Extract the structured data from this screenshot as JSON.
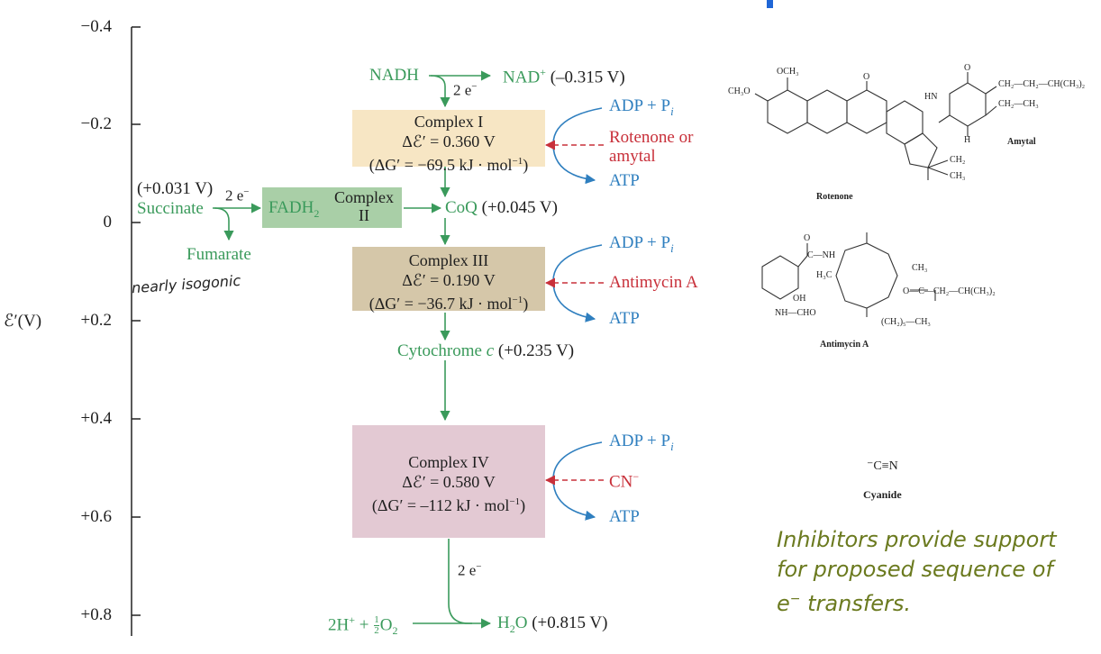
{
  "axis": {
    "ylabel": "ℰ′(V)",
    "ticks": [
      "−0.4",
      "−0.2",
      "0",
      "+0.2",
      "+0.4",
      "+0.6",
      "+0.8"
    ]
  },
  "top": {
    "nadh": "NADH",
    "nad": "NAD",
    "nad_sup": "+",
    "nad_potential": "(–0.315 V)",
    "two_e": "2 e",
    "two_e_sup": "−"
  },
  "complex1": {
    "name": "Complex I",
    "delta_e": "Δℰ′ = 0.360 V",
    "delta_g": "(ΔG′ = −69.5 kJ · mol",
    "delta_g_sup": "−1",
    "delta_g_end": ")"
  },
  "complex2": {
    "line1": "Complex",
    "line2": "II"
  },
  "complex3": {
    "name": "Complex III",
    "delta_e": "Δℰ′ = 0.190 V",
    "delta_g": "(ΔG′ = −36.7 kJ · mol",
    "delta_g_sup": "−1",
    "delta_g_end": ")"
  },
  "complex4": {
    "name": "Complex IV",
    "delta_e": "Δℰ′ = 0.580 V",
    "delta_g": "(ΔG′ = –112 kJ · mol",
    "delta_g_sup": "−1",
    "delta_g_end": ")"
  },
  "succinate": {
    "potential": "(+0.031 V)",
    "name": "Succinate",
    "fumarate": "Fumarate",
    "fadh": "FADH",
    "fadh_sub": "2",
    "two_e": "2 e",
    "two_e_sup": "−"
  },
  "coq": {
    "name": "CoQ",
    "potential": "(+0.045 V)"
  },
  "cytc": {
    "name": "Cytochrome ",
    "italic": "c",
    "potential": " (+0.235 V)"
  },
  "bottom": {
    "two_e": "2 e",
    "two_e_sup": "−",
    "lhs_a": "2H",
    "lhs_a_sup": "+",
    "lhs_b": " + ",
    "half_num": "1",
    "half_den": "2",
    "o2": "O",
    "o2_sub": "2",
    "water": "H",
    "water_sub": "2",
    "water_o": "O",
    "water_potential": " (+0.815 V)"
  },
  "atp_side": {
    "adp": "ADP + P",
    "pi_sub": "i",
    "atp": "ATP"
  },
  "inhibitors": {
    "i1_line1": "Rotenone or",
    "i1_line2": "amytal",
    "i3": "Antimycin A",
    "i4": "CN",
    "i4_sup": "−"
  },
  "structures": {
    "rotenone": "Rotenone",
    "amytal": "Amytal",
    "antimycin": "Antimycin A",
    "cyanide": "Cyanide",
    "cyanide_formula": "⁻C≡N",
    "och3": "OCH₃",
    "ch3o": "CH₃O",
    "h": "H",
    "o": "O",
    "ch2": "CH₂",
    "ch3": "CH₃",
    "amytal_chain": "CH₂—CH₂—CH(CH₃)₂",
    "amytal_ethyl": "CH₂—CH₃",
    "hn": "HN",
    "n": "N",
    "c_nh": "C—NH",
    "h3c": "H₃C",
    "oh": "OH",
    "nh_cho": "NH—CHO",
    "ester": "O—C—CH₂—CH(CH₃)₂",
    "hexyl": "(CH₂)₅—CH₃"
  },
  "annotation": "nearly isogonic",
  "caption": {
    "line1": "Inhibitors provide support",
    "line2": "for proposed sequence of",
    "line3_a": "e",
    "line3_sup": "−",
    "line3_b": " transfers."
  },
  "colors": {
    "green": "#3a9a5b",
    "blue": "#2f7fbf",
    "red": "#c8303a",
    "complex1": "#f7e6c4",
    "complex2": "#a9cfa7",
    "complex3": "#d5c7a9",
    "complex4": "#e3c9d3",
    "caption": "#6b7a1f"
  }
}
